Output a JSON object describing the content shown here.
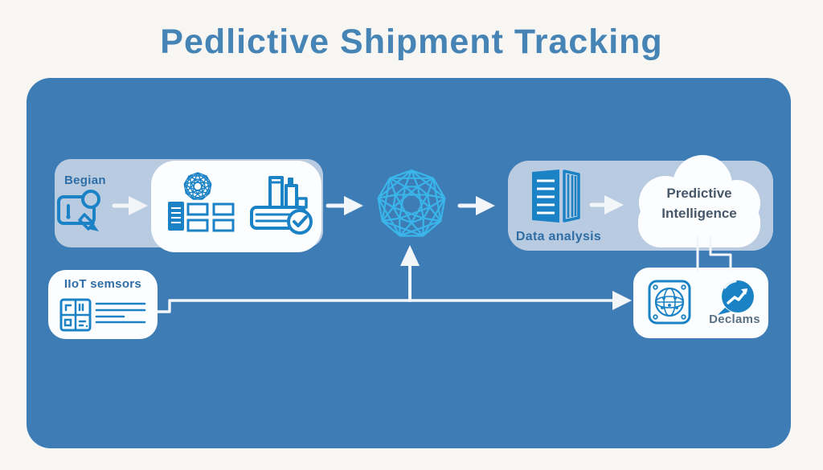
{
  "title": "Pedlictive Shipment Tracking",
  "diagram": {
    "begin": {
      "label": "Begian",
      "icon": "map-search-pen-icon"
    },
    "process": {
      "icons": [
        "network-mesh-icon",
        "document-list-icon",
        "grid-cards-icon",
        "machine-check-icon"
      ]
    },
    "hub": {
      "icon": "network-hub-icon"
    },
    "analysis": {
      "label": "Data analysis",
      "icon": "server-icon"
    },
    "cloud": {
      "line1": "Predictive",
      "line2": "Intelligence"
    },
    "iot": {
      "label": "IIoT semsors",
      "icons": [
        "qr-code-icon",
        "text-lines-icon"
      ]
    },
    "outcome": {
      "label": "Declams",
      "icons": [
        "globe-panel-icon",
        "trend-bubble-icon"
      ]
    }
  },
  "colors": {
    "page_bg": "#f7f6f3",
    "panel_blue": "#3d7cb5",
    "light_box": "#b9cbe0",
    "white_box": "#fcfdfe",
    "icon_blue": "#1b82c6",
    "hub_cyan": "#3ab5e9",
    "title_text": "#4684b6",
    "label_blue": "#2e6da6",
    "cloud_text": "#47586a",
    "outcome_text": "#5b7183",
    "arrow_white": "#f3f6f9"
  }
}
